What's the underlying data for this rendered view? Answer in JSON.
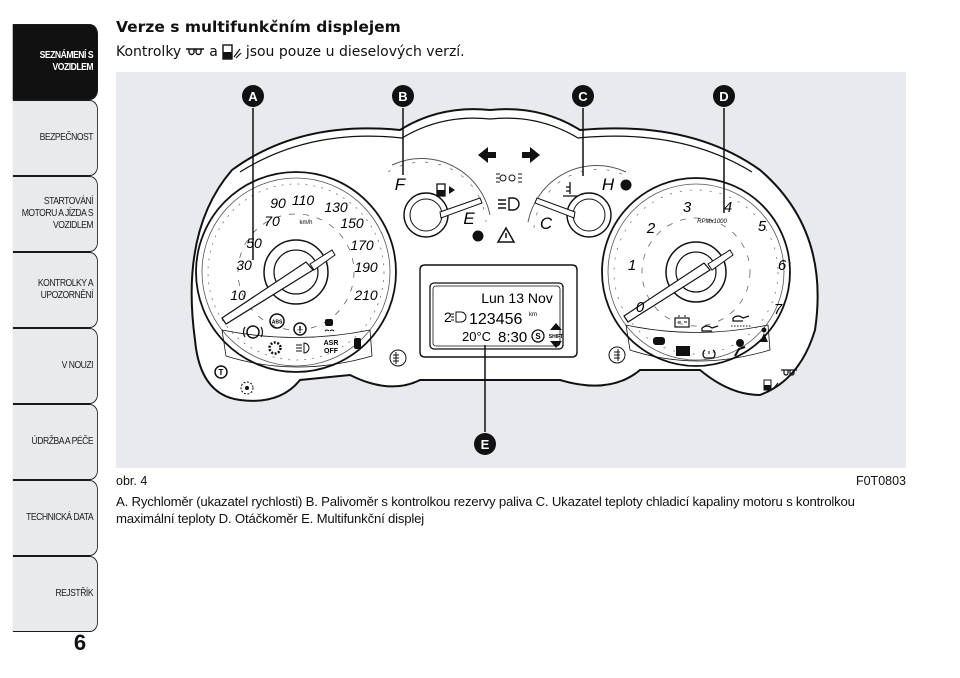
{
  "sidebar": {
    "items": [
      {
        "label": "SEZNÁMENÍ S VOZIDLEM",
        "active": true
      },
      {
        "label": "BEZPEČNOST",
        "active": false
      },
      {
        "label": "STARTOVÁNÍ MOTORU A JÍZDA S VOZIDLEM",
        "active": false
      },
      {
        "label": "KONTROLKY A UPOZORNĚNÍ",
        "active": false
      },
      {
        "label": "V NOUZI",
        "active": false
      },
      {
        "label": "ÚDRŽBA A PÉČE",
        "active": false
      },
      {
        "label": "TECHNICKÁ DATA",
        "active": false
      },
      {
        "label": "REJSTŘÍK",
        "active": false
      }
    ],
    "page_number": "6"
  },
  "content": {
    "heading": "Verze s multifunkčním displejem",
    "intro_prefix": "Kontrolky",
    "intro_and": "a",
    "intro_suffix": "jsou pouze u dieselových verzí.",
    "intro_icons": [
      "glow-plug-icon",
      "water-in-fuel-icon"
    ]
  },
  "figure": {
    "callouts": [
      "A",
      "B",
      "C",
      "D",
      "E"
    ],
    "speedometer": {
      "unit": "km/h",
      "labels": [
        "10",
        "30",
        "50",
        "70",
        "90",
        "110",
        "130",
        "150",
        "170",
        "190",
        "210"
      ]
    },
    "fuel_gauge": {
      "full": "F",
      "empty": "E"
    },
    "temp_gauge": {
      "cold": "C",
      "hot": "H"
    },
    "tachometer": {
      "unit": "RPMx1000",
      "labels": [
        "0",
        "1",
        "2",
        "3",
        "4",
        "5",
        "6",
        "7"
      ]
    },
    "display": {
      "date": "Lun 13 Nov",
      "gear_prefix": "2",
      "odometer": "123456",
      "odometer_unit": "km",
      "temperature": "20°C",
      "time": "8:30",
      "shift_label": "SHIFT",
      "s_label": "S"
    },
    "warning_labels": {
      "abs": "ABS",
      "asr": "ASR",
      "asr_off": "OFF"
    },
    "figure_label": "obr. 4",
    "figure_code": "F0T0803"
  },
  "caption": "A. Rychloměr (ukazatel rychlosti) B. Palivoměr s kontrolkou rezervy paliva C. Ukazatel teploty chladicí kapaliny motoru s kontrolkou maximální teploty D. Otáčkoměr E. Multifunkční displej",
  "colors": {
    "figure_bg": "#e9eaee",
    "active_tab_bg": "#111111",
    "tab_bg": "#e8eaeb"
  }
}
